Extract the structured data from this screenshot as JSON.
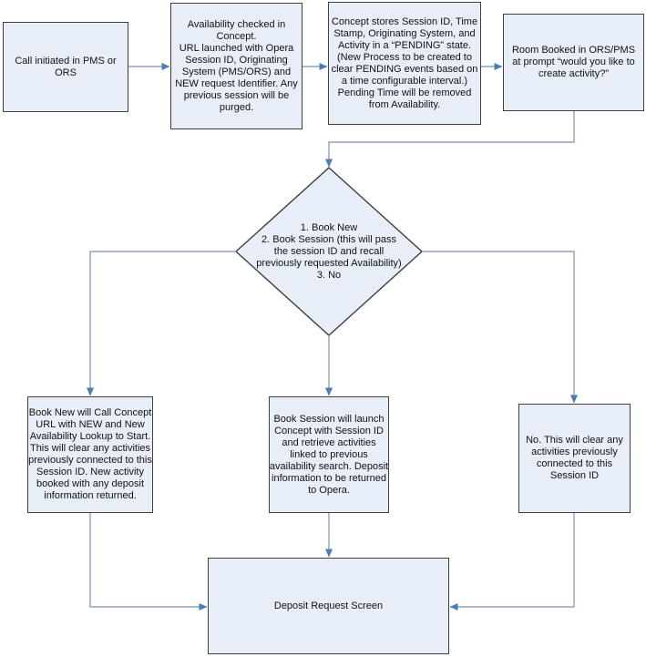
{
  "colors": {
    "node_fill": "#e8eef7",
    "node_border": "#3f3f3f",
    "connector": "#7a8fb2",
    "arrowhead": "#4d7bb5",
    "text": "#111111",
    "background": "#ffffff"
  },
  "nodes": {
    "start": {
      "text": "Call initiated in PMS or\nORS"
    },
    "availability": {
      "text": "Availability checked in\nConcept.\nURL launched with Opera\nSession ID, Originating\nSystem (PMS/ORS) and\nNEW request Identifier. Any\nprevious session will be\npurged."
    },
    "pending": {
      "text": "Concept stores Session ID, Time\nStamp, Originating System, and\nActivity in a “PENDING” state.\n(New Process to be created to\nclear PENDING events based on\na time configurable interval.)\nPending Time will be removed\nfrom Availability."
    },
    "room_booked": {
      "text": "Room Booked in ORS/PMS\nat prompt “would you like to\ncreate activity?”"
    },
    "decision": {
      "text": "1. Book New\n2. Book Session (this will pass\nthe session ID and recall\npreviously requested Availability)\n3. No"
    },
    "book_new": {
      "text": "Book New will Call Concept\nURL with NEW and New\nAvailability Lookup to Start.\nThis will clear any activities\npreviously connected to this\nSession ID. New activity\nbooked with any deposit\ninformation returned."
    },
    "book_session": {
      "text": "Book Session will launch\nConcept with Session ID\nand retrieve activities\nlinked to previous\navailability search. Deposit\ninformation to be returned\nto Opera."
    },
    "no": {
      "text": "No. This will clear any\nactivities previously\nconnected to this\nSession ID"
    },
    "deposit": {
      "text": "Deposit Request Screen"
    }
  }
}
